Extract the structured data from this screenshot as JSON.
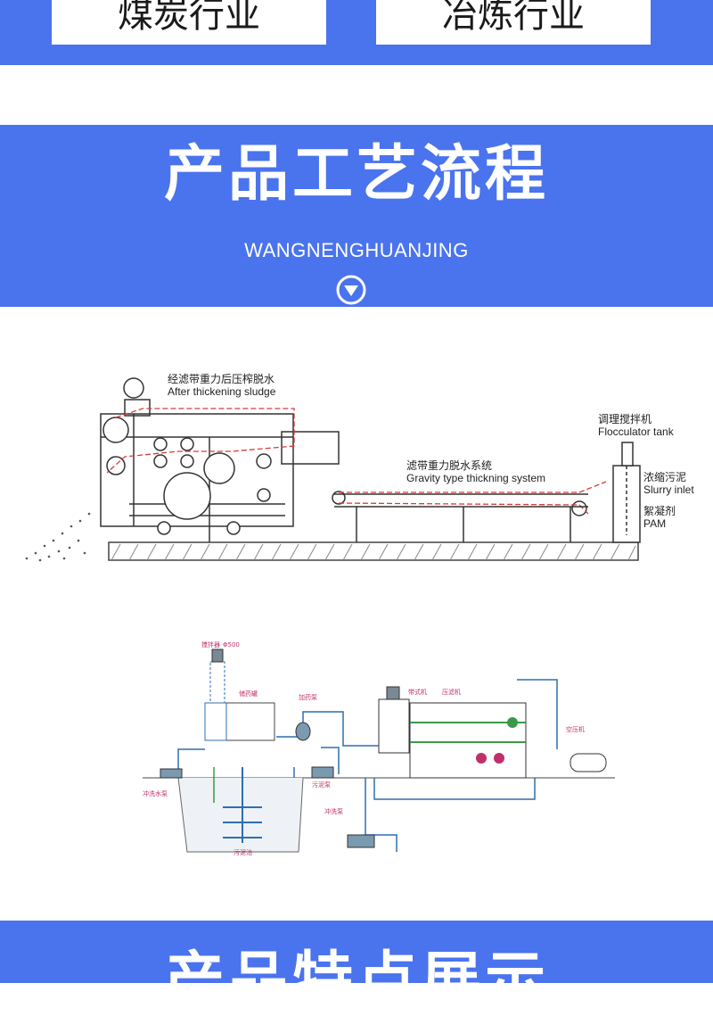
{
  "colors": {
    "brand_blue": "#4a73ee",
    "card_white": "#ffffff",
    "belt_red": "#d83a3a",
    "pipe_green": "#3a9a4a",
    "line_blue": "#3a5fd8",
    "label_magenta": "#c0306a"
  },
  "industries": [
    {
      "label": "煤炭行业"
    },
    {
      "label": "冶炼行业"
    }
  ],
  "process_section": {
    "title": "产品工艺流程",
    "subtitle": "WANGNENGHUANJING",
    "icon": "chevron-down-circle-icon"
  },
  "machine_diagram": {
    "label_press_cn": "经滤带重力后压榨脱水",
    "label_press_en": "After thickening sludge",
    "label_gravity_cn": "滤带重力脱水系统",
    "label_gravity_en": "Gravity type thickning system",
    "label_floc_cn": "调理搅拌机",
    "label_floc_en": "Flocculator tank",
    "label_slurry_cn": "浓缩污泥",
    "label_slurry_en": "Slurry inlet",
    "label_pam_cn": "絮凝剂",
    "label_pam_en": "PAM"
  },
  "flow_diagram": {
    "labels": [
      "搅拌器",
      "Φ500",
      "储药罐",
      "加药泵",
      "带式机",
      "压滤机",
      "空压机",
      "污泥泵",
      "冲洗水泵",
      "污泥池",
      "冲洗泵"
    ]
  },
  "features_section": {
    "title": "产品特点展示"
  }
}
